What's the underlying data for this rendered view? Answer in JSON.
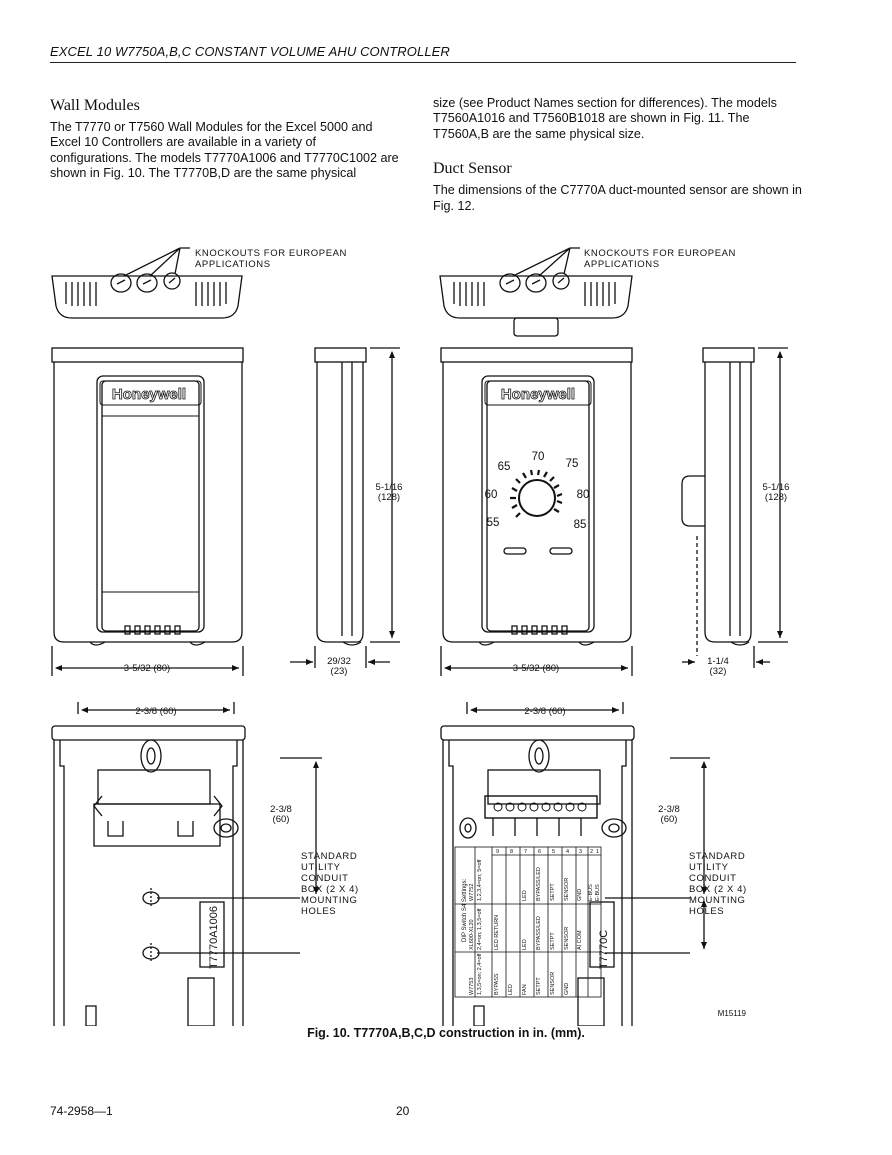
{
  "header": {
    "title": "EXCEL 10 W7750A,B,C CONSTANT VOLUME AHU CONTROLLER"
  },
  "sections": {
    "wall_modules": {
      "heading": "Wall Modules",
      "body": "The T7770 or T7560 Wall Modules for the Excel 5000 and Excel 10 Controllers are available in a variety of configurations. The models T7770A1006 and T7770C1002 are shown in Fig. 10. The T7770B,D are the same physical",
      "continuation": "size (see Product Names section for differences). The models T7560A1016 and T7560B1018 are shown in Fig. 11. The T7560A,B are the same physical size."
    },
    "duct_sensor": {
      "heading": "Duct Sensor",
      "body": "The dimensions of the C7770A duct-mounted sensor are shown in Fig. 12."
    }
  },
  "figure": {
    "knockout_label_line1": "KNOCKOUTS FOR EUROPEAN",
    "knockout_label_line2": "APPLICATIONS",
    "brand": "Honeywell",
    "dim_height": "5-1/16",
    "dim_height_mm": "(128)",
    "dim_width": "3-5/32 (80)",
    "dim_depth_left": "29/32",
    "dim_depth_left_mm": "(23)",
    "dim_depth_right": "1-1/4",
    "dim_depth_right_mm": "(32)",
    "dim_mount_width": "2-3/8 (60)",
    "dim_mount_height": "2-3/8",
    "dim_mount_height_mm": "(60)",
    "conduit_label": [
      "STANDARD",
      "UTILITY",
      "CONDUIT",
      "BOX (2 X 4)",
      "MOUNTING",
      "HOLES"
    ],
    "dial_numbers": [
      "55",
      "60",
      "65",
      "70",
      "75",
      "80",
      "85"
    ],
    "model_left": "T7770A1006",
    "model_right": "T7770C",
    "figure_id": "M15119",
    "terminal_numbers": [
      "9",
      "8",
      "7",
      "6",
      "5",
      "4",
      "3",
      "2",
      "1"
    ],
    "dip_title": "DIP Switch S4 Settings:",
    "dip_rows": [
      {
        "model": "W7752",
        "setting": "1,2,3,4=on; 5=off",
        "cells": [
          "",
          "",
          "LED",
          "BYPASS/LED",
          "SETPT",
          "SENSOR",
          "GND",
          "E-BUS",
          "E-BUS"
        ]
      },
      {
        "model": "XL600-XL20",
        "setting": "2,4=on; 1,3,5=off",
        "cells": [
          "LED RETURN",
          "",
          "LED",
          "BYPASS/LED",
          "SETPT",
          "SENSOR",
          "AI COM",
          "",
          ""
        ]
      },
      {
        "model": "W7753",
        "setting": "1,3,5=on; 2,4=off",
        "cells": [
          "BYPASS",
          "LED",
          "FAN",
          "SETPT",
          "SENSOR",
          "GND",
          "",
          "",
          ""
        ]
      }
    ]
  },
  "caption": "Fig. 10. T7770A,B,C,D construction in in. (mm).",
  "footer": {
    "doc_number": "74-2958—1",
    "page_number": "20"
  }
}
